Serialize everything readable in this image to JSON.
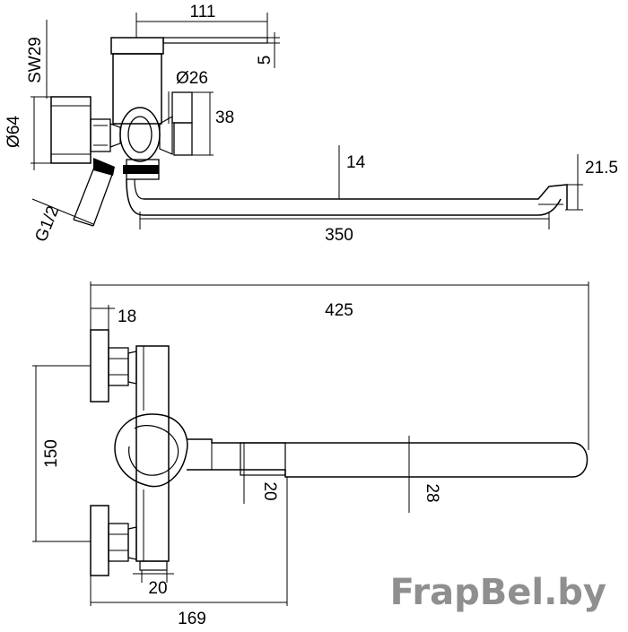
{
  "colors": {
    "line": "#000000",
    "watermark": "#8f8f8f",
    "background": "#ffffff"
  },
  "side_view": {
    "dim_111": "111",
    "dim_5": "5",
    "dim_sw29": "SW29",
    "dim_d26": "Ø26",
    "dim_38": "38",
    "dim_d64": "Ø64",
    "dim_14": "14",
    "dim_21_5": "21.5",
    "dim_g12": "G1/2",
    "dim_350": "350"
  },
  "front_view": {
    "dim_425": "425",
    "dim_18": "18",
    "dim_150": "150",
    "dim_20_right": "20",
    "dim_28": "28",
    "dim_20_bottom": "20",
    "dim_169": "169"
  },
  "watermark": {
    "text": "FrapBel.by"
  }
}
